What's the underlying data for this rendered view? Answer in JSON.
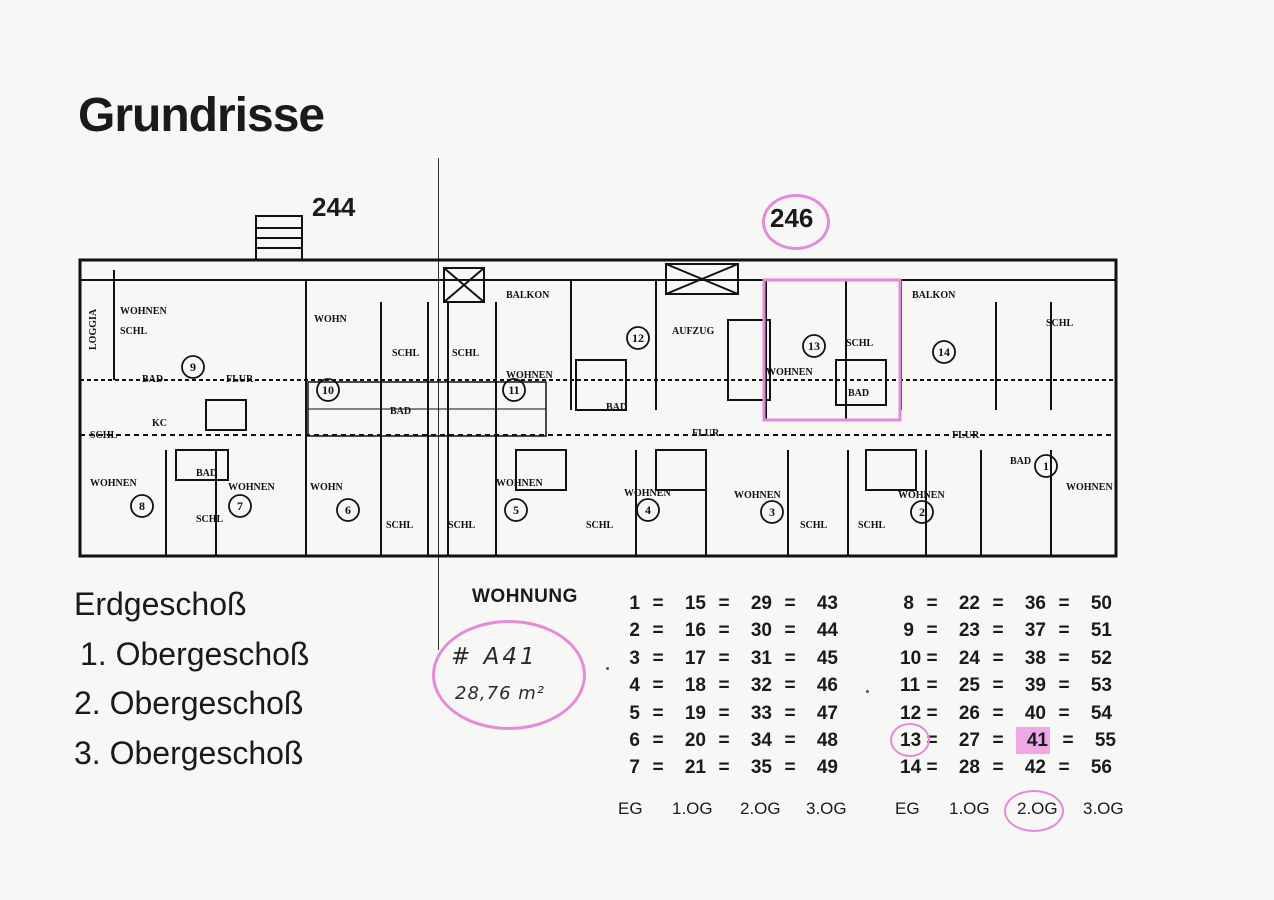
{
  "title": "Grundrisse",
  "house_numbers": [
    "244",
    "246"
  ],
  "plan_labels": {
    "loggia": "LOGGIA",
    "wohnen_schl": [
      "WOHNEN",
      "SCHL"
    ],
    "balkon": "BALKON",
    "aufzug": "AUFZUG",
    "flur": "FLUR",
    "wohnen": "WOHNEN",
    "wohn": "WOHN",
    "schl": "SCHL",
    "bad": "BAD",
    "kc": "KC",
    "units_top": [
      "9",
      "10",
      "11",
      "12",
      "13",
      "14"
    ],
    "units_bottom": [
      "8",
      "7",
      "6",
      "5",
      "4",
      "3",
      "2",
      "1"
    ]
  },
  "floors": [
    "Erdgeschoß",
    "1. Obergeschoß",
    "2. Obergeschoß",
    "3. Obergeschoß"
  ],
  "note": {
    "id": "# A41",
    "area": "28,76 m²"
  },
  "table": {
    "label": "WOHNUNG",
    "eq": "=",
    "left_rows": [
      [
        "1",
        "15",
        "29",
        "43"
      ],
      [
        "2",
        "16",
        "30",
        "44"
      ],
      [
        "3",
        "17",
        "31",
        "45"
      ],
      [
        "4",
        "18",
        "32",
        "46"
      ],
      [
        "5",
        "19",
        "33",
        "47"
      ],
      [
        "6",
        "20",
        "34",
        "48"
      ],
      [
        "7",
        "21",
        "35",
        "49"
      ]
    ],
    "right_rows": [
      [
        "8",
        "22",
        "36",
        "50"
      ],
      [
        "9",
        "23",
        "37",
        "51"
      ],
      [
        "10",
        "24",
        "38",
        "52"
      ],
      [
        "11",
        "25",
        "39",
        "53"
      ],
      [
        "12",
        "26",
        "40",
        "54"
      ],
      [
        "13",
        "27",
        "41",
        "55"
      ],
      [
        "14",
        "28",
        "42",
        "56"
      ]
    ],
    "columns": [
      "EG",
      "1.OG",
      "2.OG",
      "3.OG"
    ]
  },
  "colors": {
    "highlight": "#e58ad8",
    "highlight_fill": "#efa7e6",
    "ink": "#1a1a1a"
  }
}
